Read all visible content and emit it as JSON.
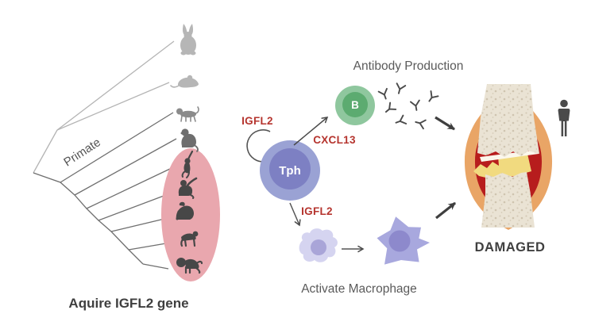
{
  "phylogeny": {
    "clade_label": "Primate",
    "caption": "Aquire IGFL2 gene",
    "species": [
      "rabbit",
      "mouse",
      "marmoset",
      "macaque",
      "gibbon",
      "orangutan",
      "gorilla",
      "chimpanzee",
      "human-infant"
    ]
  },
  "pathway": {
    "autocrine_label": "IGFL2",
    "tph_cell_label": "Tph",
    "cxcl13_label": "CXCL13",
    "b_cell_label": "B",
    "antibody_caption": "Antibody Production",
    "macrophage_signal_label": "IGFL2",
    "macrophage_caption": "Activate Macrophage"
  },
  "outcome": {
    "damaged_label": "DAMAGED"
  },
  "colors": {
    "accent_red": "#b5342e",
    "label_gray": "#5a5a5a",
    "dark_text": "#3f3f3f",
    "highlight_pink": "#e9a7ae",
    "tph_outer": "#9aa2d4",
    "tph_inner": "#7d80c3",
    "bcell_outer": "#8fc79e",
    "bcell_inner": "#5cab70",
    "macrophage_body": "#d5d4f0",
    "macrophage_nucleus": "#a9a5d8",
    "activated_macrophage_body": "#a8a8de",
    "activated_macrophage_nucleus": "#8d89cc",
    "joint_capsule": "#e9a566",
    "joint_synovium": "#b71d1d",
    "bone": "#eae3d4",
    "cartilage": "#f1da7f",
    "silhouette_dark": "#474747",
    "silhouette_light": "#b6b6b6",
    "tree_line_dark": "#6f6f6f",
    "tree_line_light": "#b4b4b4"
  }
}
